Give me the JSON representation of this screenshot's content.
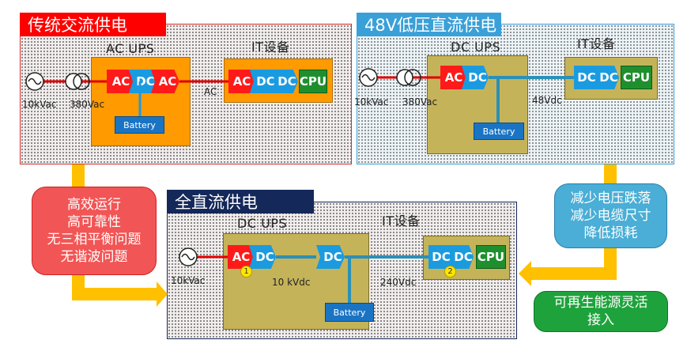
{
  "panels": {
    "traditional": {
      "title": "传统交流供电",
      "ups_label": "AC UPS",
      "it_label": "IT设备",
      "ups_chain": [
        "AC",
        "DC",
        "AC"
      ],
      "it_chain": [
        "AC",
        "DC",
        "DC"
      ],
      "cpu": "CPU",
      "battery": "Battery",
      "volt_in": "10kVac",
      "volt_mid": "380Vac",
      "line_label": "AC"
    },
    "dc48": {
      "title": "48V低压直流供电",
      "ups_label": "DC UPS",
      "it_label": "IT设备",
      "ups_chain": [
        "AC",
        "DC"
      ],
      "it_chain": [
        "DC",
        "DC"
      ],
      "cpu": "CPU",
      "battery": "Battery",
      "volt_in": "10kVac",
      "volt_mid": "380Vac",
      "line_label": "48Vdc"
    },
    "fulldc": {
      "title": "全直流供电",
      "ups_label": "DC UPS",
      "it_label": "IT设备",
      "ups_chain": [
        "AC",
        "DC"
      ],
      "mid_chain": [
        "DC"
      ],
      "it_chain": [
        "DC",
        "DC"
      ],
      "cpu": "CPU",
      "battery": "Battery",
      "volt_in": "10kVac",
      "volt_mid": "10 kVdc",
      "line_label": "240Vdc",
      "badge1": "1",
      "badge2": "2"
    }
  },
  "callouts": {
    "left": [
      "高效运行",
      "高可靠性",
      "无三相平衡问题",
      "无谐波问题"
    ],
    "right": [
      "减少电压跌落",
      "减少电缆尺寸",
      "降低损耗"
    ],
    "bottom": [
      "可再生能源灵活",
      "接入"
    ]
  },
  "colors": {
    "red_title": "#ff0000",
    "blue_title": "#3aa0d8",
    "navy_title": "#14285a",
    "ups_orange": "#ff9a00",
    "ups_olive": "#c5b35a",
    "callout_red": "#f25555",
    "callout_blue": "#4aaed6",
    "callout_green": "#1ea33c"
  }
}
